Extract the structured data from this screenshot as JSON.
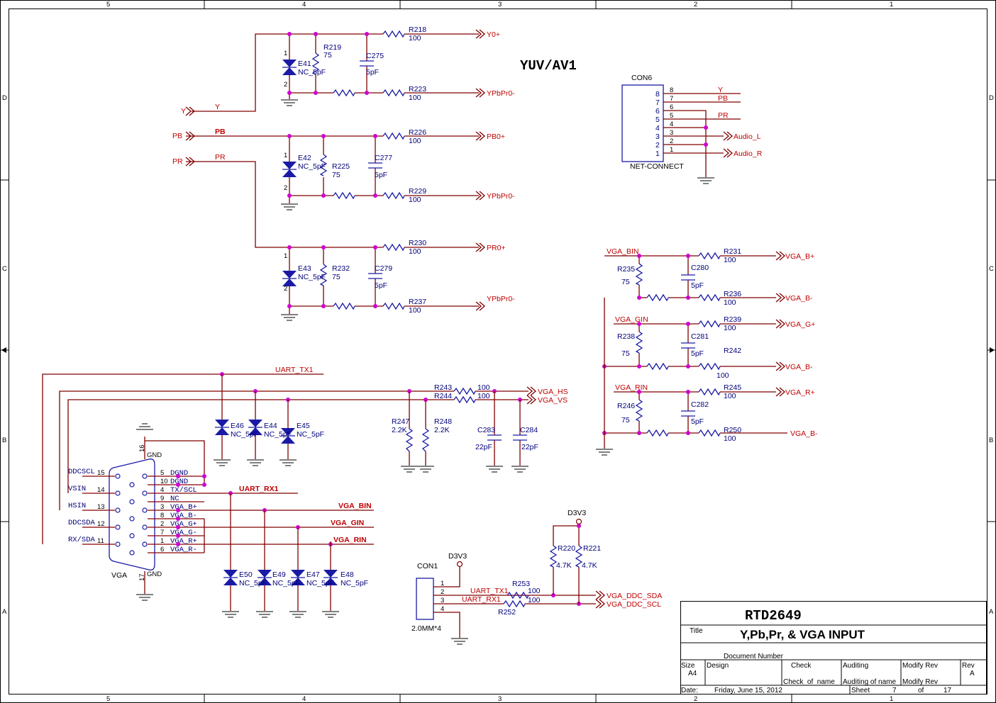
{
  "sheet_title": "YUV/AV1",
  "nets": {
    "y_in": "Y",
    "y_wire": "Y",
    "pb_in": "PB",
    "pb_wire": "PB",
    "pr_in": "PR",
    "pr_wire": "PR",
    "y0p": "Y0+",
    "ypbpr0m_1": "YPbPr0-",
    "pb0p": "PB0+",
    "ypbpr0m_2": "YPbPr0-",
    "pr0p": "PR0+",
    "ypbpr0m_3": "YPbPr0-",
    "uart_tx1": "UART_TX1",
    "uart_rx1": "UART_RX1",
    "vga_hs": "VGA_HS",
    "vga_vs": "VGA_VS",
    "vga_bin_main": "VGA_BIN",
    "vga_gin_main": "VGA_GIN",
    "vga_rin_main": "VGA_RIN",
    "vga_bin_r": "VGA_BIN",
    "vga_gin_r": "VGA_GIN",
    "vga_rin_r": "VGA_RIN",
    "vga_bp": "VGA_B+",
    "vga_bm1": "VGA_B-",
    "vga_gp": "VGA_G+",
    "vga_bm2": "VGA_B-",
    "vga_rp": "VGA_R+",
    "vga_bm3": "VGA_B-",
    "d3v3_a": "D3V3",
    "d3v3_b": "D3V3",
    "uart_tx1_b": "UART_TX1",
    "uart_rx1_b": "UART_RX1",
    "ddc_sda": "VGA_DDC_SDA",
    "ddc_scl": "VGA_DDC_SCL",
    "audio_l": "Audio_L",
    "audio_r": "Audio_R",
    "con6_y": "Y",
    "con6_pb": "PB",
    "con6_pr": "PR"
  },
  "components": {
    "r218": {
      "ref": "R218",
      "val": "100"
    },
    "r219": {
      "ref": "R219",
      "val": "75"
    },
    "c275": {
      "ref": "C275",
      "val": "5pF"
    },
    "e41": {
      "ref": "E41",
      "val": "NC_5pF"
    },
    "r223": {
      "ref": "R223",
      "val": "100"
    },
    "r226": {
      "ref": "R226",
      "val": "100"
    },
    "r225": {
      "ref": "R225",
      "val": "75"
    },
    "c277": {
      "ref": "C277",
      "val": "5pF"
    },
    "e42": {
      "ref": "E42",
      "val": "NC_5pF"
    },
    "r229": {
      "ref": "R229",
      "val": "100"
    },
    "r230": {
      "ref": "R230",
      "val": "100"
    },
    "r232": {
      "ref": "R232",
      "val": "75"
    },
    "c279": {
      "ref": "C279",
      "val": "5pF"
    },
    "e43": {
      "ref": "E43",
      "val": "NC_5pF"
    },
    "r237": {
      "ref": "R237",
      "val": "100"
    },
    "con6": {
      "ref": "CON6",
      "val": "NET-CONNECT"
    },
    "r231": {
      "ref": "R231",
      "val": "100"
    },
    "r235": {
      "ref": "R235",
      "val": "75"
    },
    "c280": {
      "ref": "C280",
      "val": "5pF"
    },
    "r236": {
      "ref": "R236",
      "val": "100"
    },
    "r239": {
      "ref": "R239",
      "val": "100"
    },
    "r238": {
      "ref": "R238",
      "val": "75"
    },
    "c281": {
      "ref": "C281",
      "val": "5pF"
    },
    "r242": {
      "ref": "R242",
      "val": "100"
    },
    "r245": {
      "ref": "R245",
      "val": "100"
    },
    "r246": {
      "ref": "R246",
      "val": "75"
    },
    "c282": {
      "ref": "C282",
      "val": "5pF"
    },
    "r250": {
      "ref": "R250",
      "val": "100"
    },
    "e46": {
      "ref": "E46",
      "val": "NC_5pF"
    },
    "e44": {
      "ref": "E44",
      "val": "NC_5pF"
    },
    "e45": {
      "ref": "E45",
      "val": "NC_5pF"
    },
    "r243": {
      "ref": "R243",
      "val": "100"
    },
    "r244": {
      "ref": "R244",
      "val": "100"
    },
    "r247": {
      "ref": "R247",
      "val": "2.2K"
    },
    "r248": {
      "ref": "R248",
      "val": "2.2K"
    },
    "c283": {
      "ref": "C283",
      "val": "22pF"
    },
    "c284": {
      "ref": "C284",
      "val": "22pF"
    },
    "vga": {
      "ref": "VGA"
    },
    "e50": {
      "ref": "E50",
      "val": "NC_5pF"
    },
    "e49": {
      "ref": "E49",
      "val": "NC_5pF"
    },
    "e47": {
      "ref": "E47",
      "val": "NC_5pF"
    },
    "e48": {
      "ref": "E48",
      "val": "NC_5pF"
    },
    "con1": {
      "ref": "CON1",
      "val": "2.0MM*4"
    },
    "r253": {
      "ref": "R253",
      "val": "100"
    },
    "r252": {
      "ref": "R252",
      "val": "100"
    },
    "r220": {
      "ref": "R220",
      "val": "4.7K"
    },
    "r221": {
      "ref": "R221",
      "val": "4.7K"
    }
  },
  "vga_pins": {
    "left": [
      {
        "num": "15",
        "name": "DDCSCL"
      },
      {
        "num": "14",
        "name": "VSIN"
      },
      {
        "num": "13",
        "name": "HSIN"
      },
      {
        "num": "12",
        "name": "DDCSDA"
      },
      {
        "num": "11",
        "name": "RX/SDA"
      }
    ],
    "right": [
      {
        "num": "5",
        "name": "DGND"
      },
      {
        "num": "10",
        "name": "DGND"
      },
      {
        "num": "4",
        "name": "TX/SCL"
      },
      {
        "num": "9",
        "name": "NC"
      },
      {
        "num": "3",
        "name": "VGA_B+"
      },
      {
        "num": "8",
        "name": "VGA_B-"
      },
      {
        "num": "2",
        "name": "VGA_G+"
      },
      {
        "num": "7",
        "name": "VGA_G-"
      },
      {
        "num": "1",
        "name": "VGA_R+"
      },
      {
        "num": "6",
        "name": "VGA_R-"
      }
    ],
    "top": {
      "num": "16",
      "name": "GND"
    },
    "bottom": {
      "num": "17",
      "name": "GND"
    }
  },
  "con6_pins": [
    "8",
    "7",
    "6",
    "5",
    "4",
    "3",
    "2",
    "1"
  ],
  "con1_pins": [
    "1",
    "2",
    "3",
    "4"
  ],
  "title_block": {
    "company": "RTD2649",
    "title_label": "Title",
    "title": "Y,Pb,Pr, & VGA INPUT",
    "doc_number_label": "Document Number",
    "size_label": "Size",
    "size": "A4",
    "design_label": "Design",
    "check_label": "Check",
    "check_name": "Check_of_name",
    "auditing_label": "Auditing",
    "auditing_name": "Auditing of name",
    "modify_label": "Modify Rev",
    "modify_name": "Modify Rev",
    "rev_label": "Rev",
    "rev": "A",
    "date_label": "Date:",
    "date": "Friday, June 15, 2012",
    "sheet_label": "Sheet",
    "sheet_num": "7",
    "of_label": "of",
    "sheet_total": "17"
  },
  "border": {
    "cols": [
      "5",
      "4",
      "3",
      "2",
      "1"
    ],
    "rows": [
      "D",
      "C",
      "B",
      "A"
    ]
  }
}
